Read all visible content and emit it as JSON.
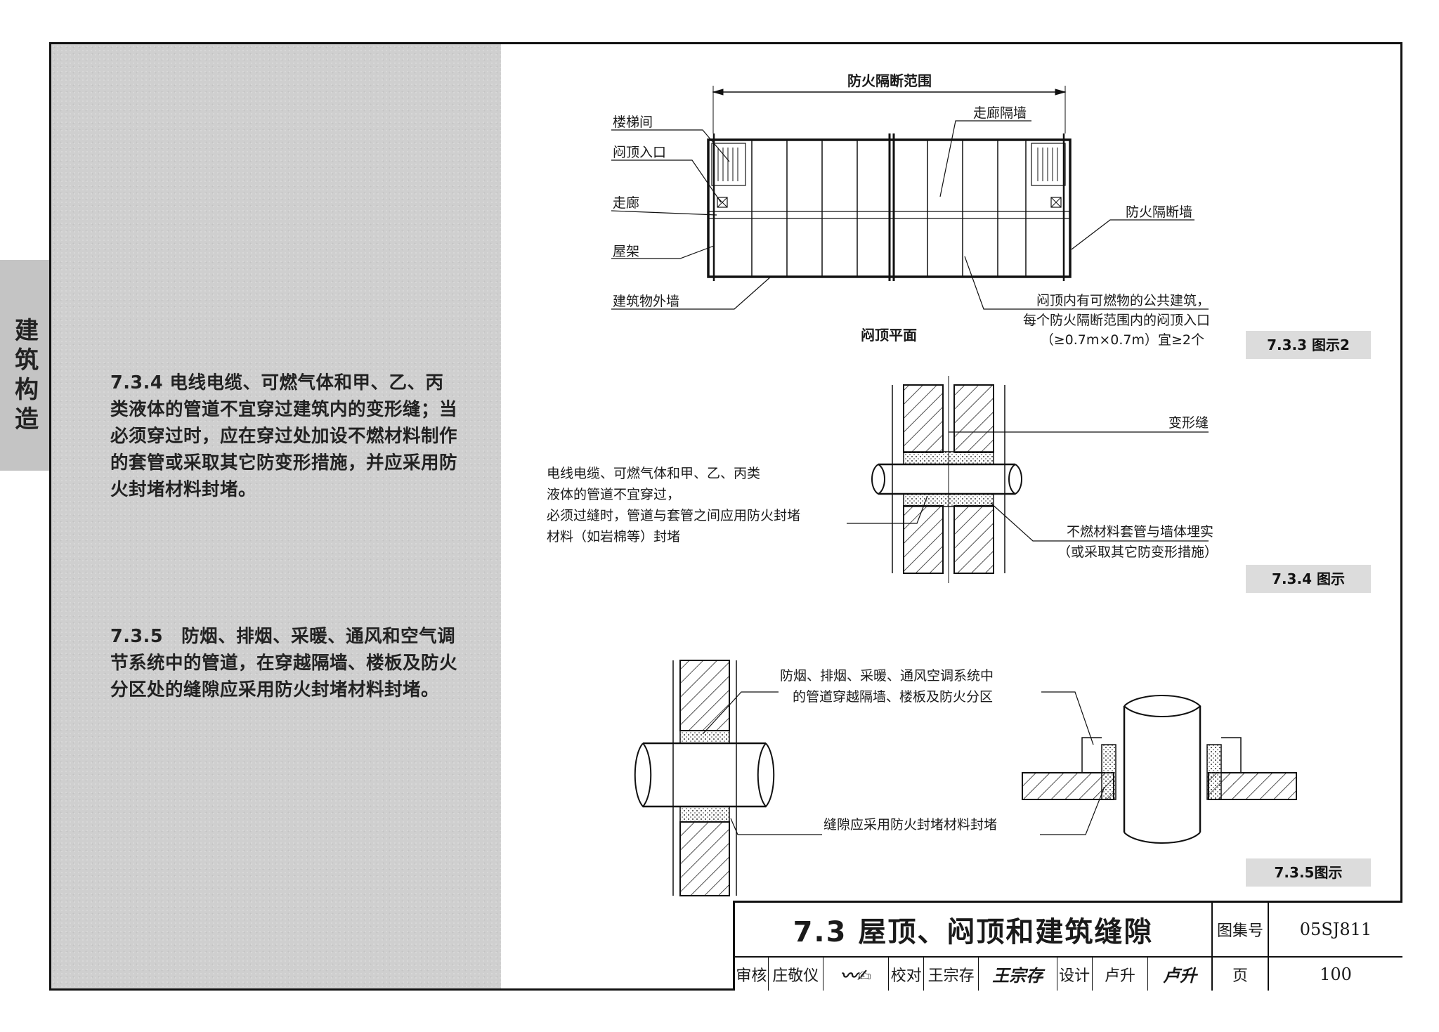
{
  "side_tab": "建筑构造",
  "clauses": {
    "c734": "7.3.4 电线电缆、可燃气体和甲、乙、丙类液体的管道不宜穿过建筑内的变形缝；当必须穿过时，应在穿过处加设不燃材料制作的套管或采取其它防变形措施，并应采用防火封堵材料封堵。",
    "c735": "7.3.5　防烟、排烟、采暖、通风和空气调节系统中的管道，在穿越隔墙、楼板及防火分区处的缝隙应采用防火封堵材料封堵。"
  },
  "fig733": {
    "dimension": "防火隔断范围",
    "label_stair": "楼梯间",
    "label_hatch": "闷顶入口",
    "label_corridor": "走廊",
    "label_truss": "屋架",
    "label_outer_wall": "建筑物外墙",
    "label_corridor_wall": "走廊隔墙",
    "label_fire_wall": "防火隔断墙",
    "plan_title": "闷顶平面",
    "note_line1": "闷顶内有可燃物的公共建筑，",
    "note_line2": "每个防火隔断范围内的闷顶入口",
    "note_line3": "（≥0.7m×0.7m）宜≥2个",
    "caption": "7.3.3 图示2"
  },
  "fig734": {
    "label_joint": "变形缝",
    "note_line1": "电线电缆、可燃气体和甲、乙、丙类",
    "note_line2": "液体的管道不宜穿过，",
    "note_line3": "必须过缝时，管道与套管之间应用防火封堵",
    "note_line4": "材料（如岩棉等）封堵",
    "sleeve_line1": "不燃材料套管与墙体埋实",
    "sleeve_line2": "（或采取其它防变形措施）",
    "caption": "7.3.4 图示"
  },
  "fig735": {
    "label_line1": "防烟、排烟、采暖、通风空调系统中",
    "label_line2": "的管道穿越隔墙、楼板及防火分区",
    "label_gap": "缝隙应采用防火封堵材料封堵",
    "caption": "7.3.5图示"
  },
  "title_block": {
    "title": "7.3 屋顶、闷顶和建筑缝隙",
    "atlas_label": "图集号",
    "atlas_value": "05SJ811",
    "review_label": "审核",
    "review_name": "庄敬仪",
    "check_label": "校对",
    "check_name": "王宗存",
    "design_label": "设计",
    "design_name": "卢升",
    "page_label": "页",
    "page_value": "100"
  },
  "colors": {
    "panel": "#cfcfcf",
    "caption_bg": "#dcdcdc",
    "line": "#111111"
  }
}
